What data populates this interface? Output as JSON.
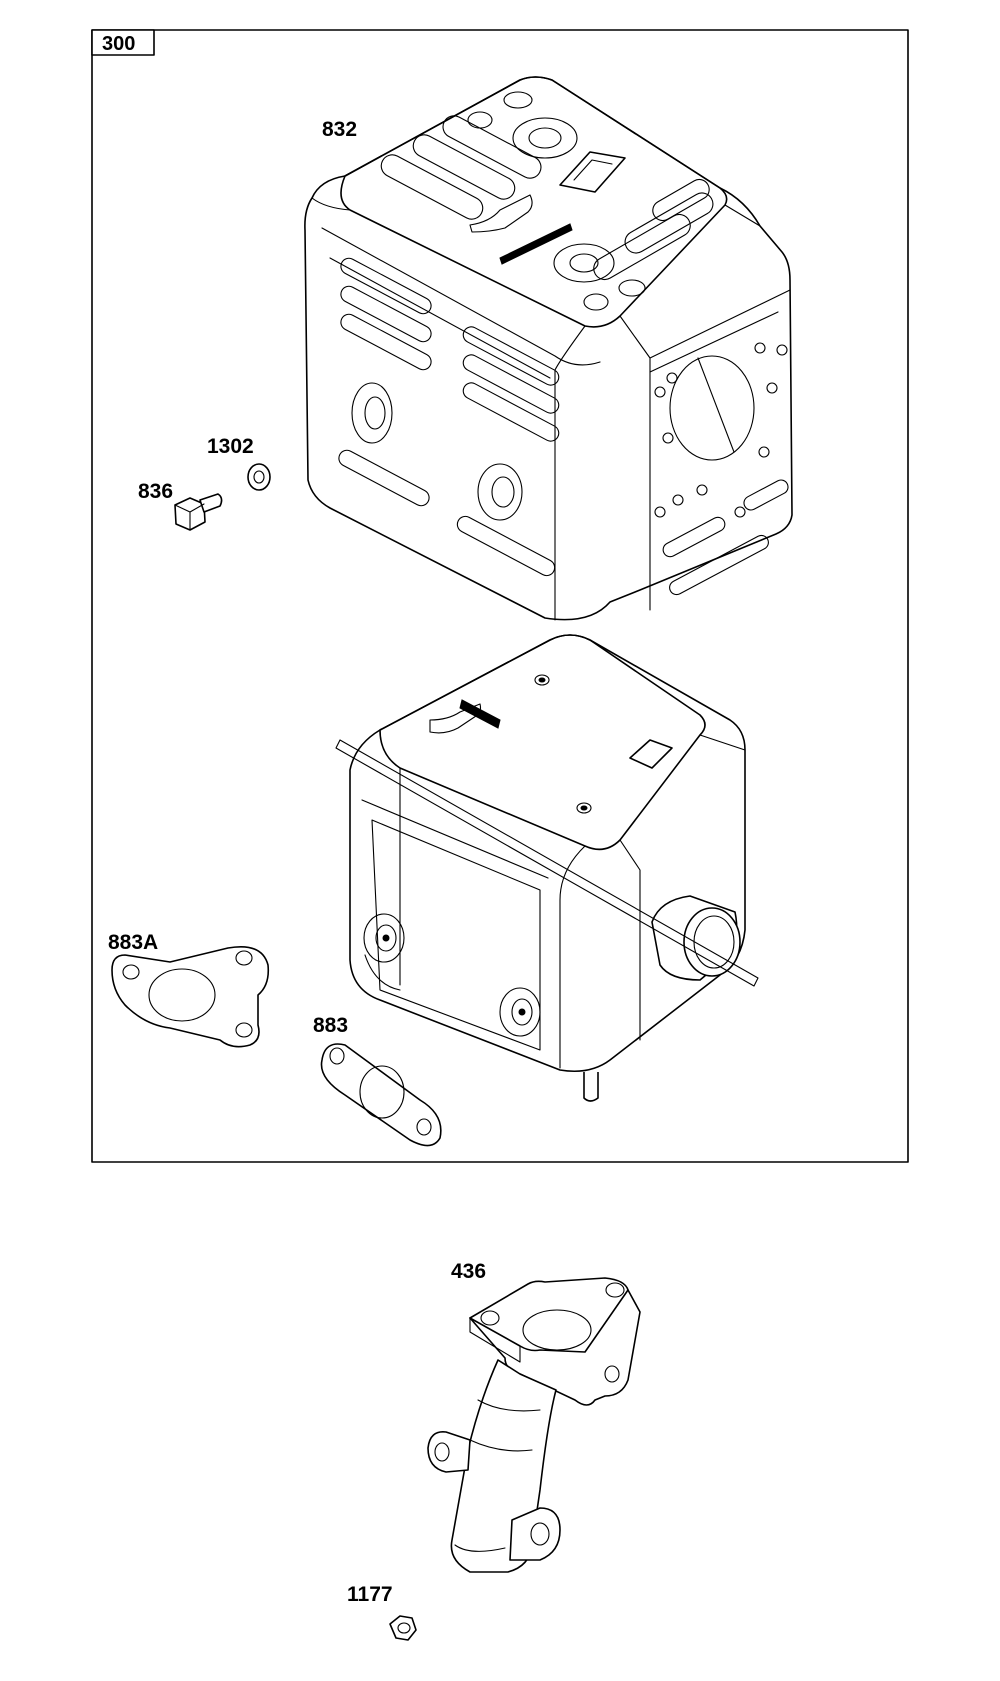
{
  "kit": {
    "label": "300"
  },
  "callouts": {
    "guard": "832",
    "washer": "1302",
    "screw": "836",
    "gasket_flange": "883A",
    "gasket": "883",
    "exhaust_pipe": "436",
    "nut": "1177"
  }
}
